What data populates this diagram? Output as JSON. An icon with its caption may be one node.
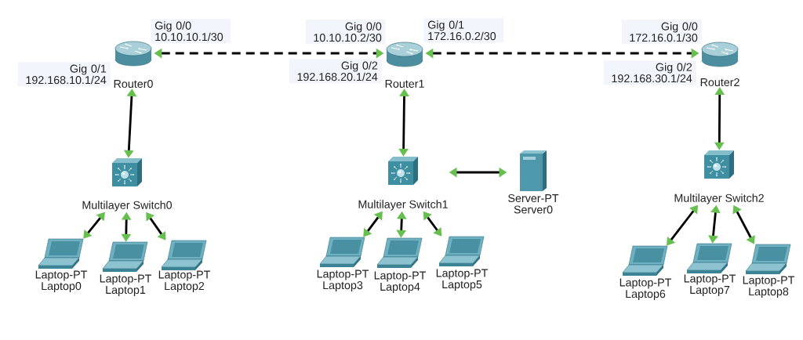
{
  "diagram": {
    "nodes": [
      {
        "text": [
          "Router0"
        ]
      },
      {
        "text": [
          "Router1"
        ]
      },
      {
        "text": [
          "Router2"
        ]
      },
      {
        "text": [
          "Multilayer Switch0"
        ]
      },
      {
        "text": [
          "Multilayer Switch1"
        ]
      },
      {
        "text": [
          "Server-PT",
          "Server0"
        ]
      },
      {
        "text": [
          "Multilayer Switch2"
        ]
      },
      {
        "text": [
          "Laptop-PT",
          "Laptop0"
        ]
      },
      {
        "text": [
          "Laptop-PT",
          "Laptop1"
        ]
      },
      {
        "text": [
          "Laptop-PT",
          "Laptop2"
        ]
      },
      {
        "text": [
          "Laptop-PT",
          "Laptop3"
        ]
      },
      {
        "text": [
          "Laptop-PT",
          "Laptop4"
        ]
      },
      {
        "text": [
          "Laptop-PT",
          "Laptop5"
        ]
      },
      {
        "text": [
          "Laptop-PT",
          "Laptop6"
        ]
      },
      {
        "text": [
          "Laptop-PT",
          "Laptop7"
        ]
      },
      {
        "text": [
          "Laptop-PT",
          "Laptop8"
        ]
      }
    ],
    "edges": [
      {
        "from": 0,
        "to": 1,
        "arrow": "both",
        "style": "dashed"
      },
      {
        "from": 1,
        "to": 2,
        "arrow": "both",
        "style": "dashed"
      },
      {
        "from": 0,
        "to": 3,
        "arrow": "both"
      },
      {
        "from": 1,
        "to": 4,
        "arrow": "both"
      },
      {
        "from": 2,
        "to": 6,
        "arrow": "both"
      },
      {
        "from": 4,
        "to": 5,
        "arrow": "both"
      },
      {
        "from": 3,
        "to": 7,
        "arrow": "both"
      },
      {
        "from": 3,
        "to": 8,
        "arrow": "both"
      },
      {
        "from": 3,
        "to": 9,
        "arrow": "both"
      },
      {
        "from": 4,
        "to": 10,
        "arrow": "both"
      },
      {
        "from": 4,
        "to": 11,
        "arrow": "both"
      },
      {
        "from": 4,
        "to": 12,
        "arrow": "both"
      },
      {
        "from": 6,
        "to": 13,
        "arrow": "both"
      },
      {
        "from": 6,
        "to": 14,
        "arrow": "both"
      },
      {
        "from": 6,
        "to": 15,
        "arrow": "both"
      }
    ],
    "labels": [
      "Gig 0/1 192.168.10.1/24",
      "Gig 0/0 10.10.10.1/30",
      "Gig 0/0 10.10.10.2/30",
      "Gig 0/2 192.168.20.1/24",
      "Gig 0/1 172.16.0.2/30",
      "Gig 0/0 172.16.0.1/30",
      "Gig 0/2 192.168.30.1/24"
    ]
  }
}
